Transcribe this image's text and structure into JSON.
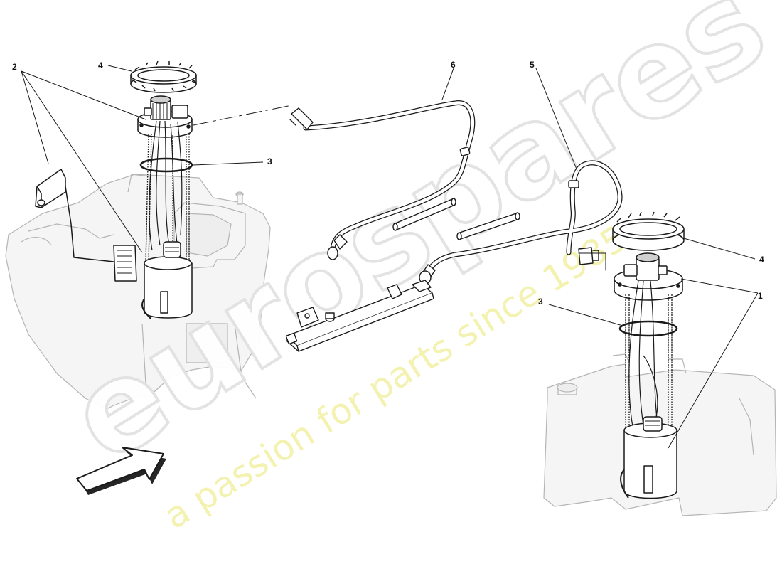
{
  "callouts": {
    "c1": "1",
    "c2": "2",
    "c3_left": "3",
    "c3_right": "3",
    "c4_left": "4",
    "c4_right": "4",
    "c5": "5",
    "c6": "6"
  },
  "watermark": {
    "brand": "eurospares",
    "tagline": "a passion for parts since 1985",
    "brand_color": "#e6e6e6",
    "tagline_color": "#f3f2b0"
  },
  "colors": {
    "line": "#1a1a1a",
    "ghost_line": "#b8b8b8",
    "ghost_fill": "#f4f4f4"
  }
}
